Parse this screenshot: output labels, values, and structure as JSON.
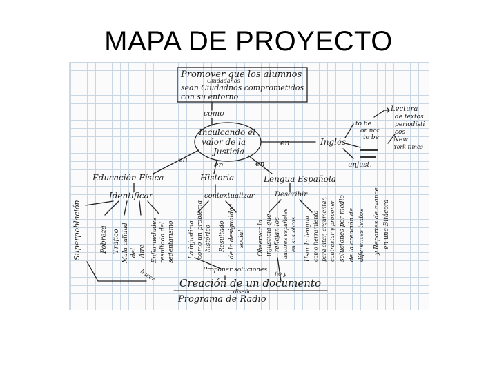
{
  "title": "MAPA DE PROYECTO",
  "map": {
    "top_box": {
      "line1": "Promover que los alumnos",
      "correction": "Ciudadanos",
      "line2": "sean Ciudadnos comprometidos",
      "line3": "con su entorno"
    },
    "como": "como",
    "central_node": {
      "line1": "Inculcando el",
      "line2": "valor de la",
      "line3": "Justicia"
    },
    "connectors": {
      "en_left": "en",
      "en_mid": "en",
      "en_right": "en",
      "en_ingles": "en",
      "identificar": "Identificar",
      "contextualizar": "contextualizar",
      "describir": "Describir",
      "proponer_soluciones": "Proponer soluciones",
      "hacer": "hacer",
      "diseno_y": "ño y",
      "creacion_diseno": "diseño"
    },
    "subjects": {
      "educacion_fisica": "Educación Física",
      "historia": "Historia",
      "lengua_espanola": "Lengua Española",
      "ingles": "Inglés"
    },
    "ingles_items": {
      "tobe_1": "to be",
      "tobe_2": "or not",
      "tobe_3": "to be",
      "scribble_1": "",
      "scribble_2": "",
      "unjust": "unjust.",
      "lectura_1": "Lectura",
      "lectura_2": "de textos",
      "lectura_3": "periodísti",
      "lectura_4": "cos",
      "lectura_5": "New",
      "lectura_6": "York times"
    },
    "leaves": {
      "sobrepoblacion": "Superpoblación",
      "pobreza": "Pobreza",
      "trafico": "Tráfico",
      "mala_calidad_1": "Mala calidad",
      "mala_calidad_2": "del",
      "mala_calidad_3": "Aire",
      "enfermedades_1": "Enfermedades",
      "enfermedades_2": "resultado del",
      "enfermedades_3": "sedentarismo",
      "injusticia_1": "La injusticia",
      "injusticia_2": "como un problema",
      "injusticia_3": "histórico",
      "desigualdad_1": "Resultado",
      "desigualdad_2": "de la desigualdad",
      "desigualdad_3": "social",
      "observar_1": "Observar la",
      "observar_2": "injusticia que",
      "observar_3": "reflejan los",
      "observar_4": "autores españoles",
      "observar_5": "en sus obras",
      "lengua_1": "Usar la lengua",
      "lengua_2": "como herramienta",
      "lengua_3": "para citar, argumentar,",
      "lengua_4": "contrastar y proponer",
      "lengua_5": "soluciones por medio",
      "lengua_6": "de la creación de",
      "lengua_7": "diferentes textos",
      "reportes_1": "y Reportes de avance",
      "reportes_2": "en una Bitácora"
    },
    "bottom": {
      "creacion": "Creación de un documento",
      "programa": "Programa de Radio"
    }
  }
}
